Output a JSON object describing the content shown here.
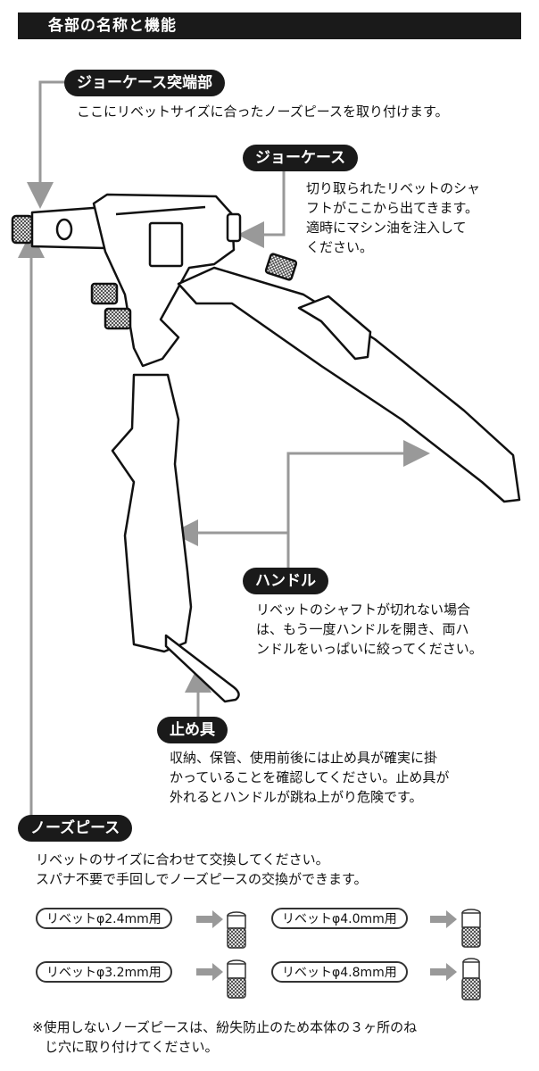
{
  "header": {
    "title": "各部の名称と機能"
  },
  "parts": {
    "jaw_tip": {
      "label": "ジョーケース突端部",
      "desc": "ここにリベットサイズに合ったノーズピースを取り付けます。"
    },
    "jaw_case": {
      "label": "ジョーケース",
      "desc_lines": [
        "切り取られたリベットのシャ",
        "フトがここから出てきます。",
        "適時にマシン油を注入して",
        "ください。"
      ]
    },
    "handle": {
      "label": "ハンドル",
      "desc_lines": [
        "リベットのシャフトが切れない場合",
        "は、もう一度ハンドルを開き、両ハ",
        "ンドルをいっぱいに絞ってください。"
      ]
    },
    "stopper": {
      "label": "止め具",
      "desc_lines": [
        "収納、保管、使用前後には止め具が確実に掛",
        "かっていることを確認してください。止め具が",
        "外れるとハンドルが跳ね上がり危険です。"
      ]
    },
    "nose_piece": {
      "label": "ノーズピース",
      "desc_lines": [
        "リベットのサイズに合わせて交換してください。",
        "スパナ不要で手回しでノーズピースの交換ができます。"
      ]
    }
  },
  "nose_sizes": [
    {
      "label": "リベットφ2.4mm用"
    },
    {
      "label": "リベットφ4.0mm用"
    },
    {
      "label": "リベットφ3.2mm用"
    },
    {
      "label": "リベットφ4.8mm用"
    }
  ],
  "footnote_lines": [
    "※使用しないノーズピースは、紛失防止のため本体の３ヶ所のね",
    "じ穴に取り付けてください。"
  ],
  "colors": {
    "arrow": "#999999",
    "pill_bg": "#1a1a1a"
  }
}
